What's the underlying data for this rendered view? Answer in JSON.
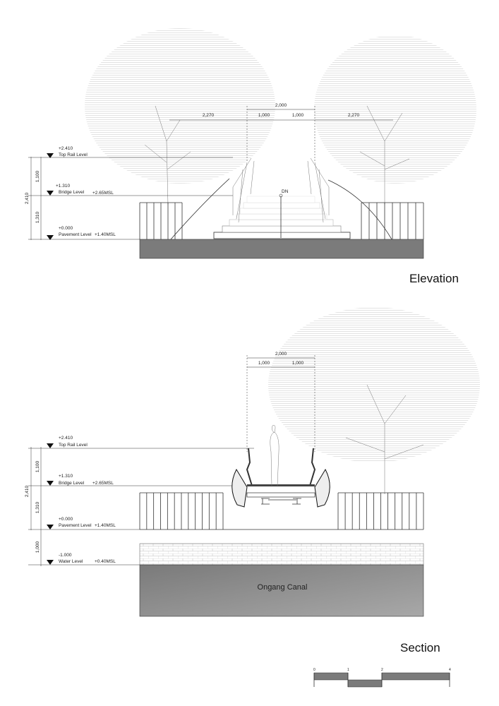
{
  "elevation": {
    "title": "Elevation",
    "dims_top": {
      "total": "2,000",
      "left": "2,270",
      "mid_left": "1,000",
      "mid_right": "1,000",
      "right": "2,270"
    },
    "dims_side": {
      "total": "2,410",
      "upper": "1,100",
      "lower": "1,310"
    },
    "levels": [
      {
        "value": "+2.410",
        "name": "Top Rail Level",
        "msl": ""
      },
      {
        "value": "+1.310",
        "name": "Bridge Level",
        "msl": "+2.65MSL"
      },
      {
        "value": "+0.000",
        "name": "Pavement Level",
        "msl": "+1.40MSL"
      }
    ],
    "stair_label": "DN"
  },
  "section": {
    "title": "Section",
    "dims_top": {
      "total": "2,000",
      "mid_left": "1,000",
      "mid_right": "1,000"
    },
    "dims_side": {
      "total": "2,410",
      "upper": "1,100",
      "lower": "1,310",
      "bottom": "1,000"
    },
    "levels": [
      {
        "value": "+2.410",
        "name": "Top Rail Level",
        "msl": ""
      },
      {
        "value": "+1.310",
        "name": "Bridge Level",
        "msl": "+2.65MSL"
      },
      {
        "value": "+0.000",
        "name": "Pavement Level",
        "msl": "+1.40MSL"
      },
      {
        "value": "-1.000",
        "name": "Water Level",
        "msl": "+0.40MSL"
      }
    ],
    "canal_label": "Ongang Canal"
  },
  "scale_bar": {
    "ticks": [
      "0",
      "1",
      "2",
      "4"
    ]
  },
  "colors": {
    "ground": "#7b7b7b",
    "canal": "#8a8a8a",
    "tree": "#e6e6e6"
  }
}
